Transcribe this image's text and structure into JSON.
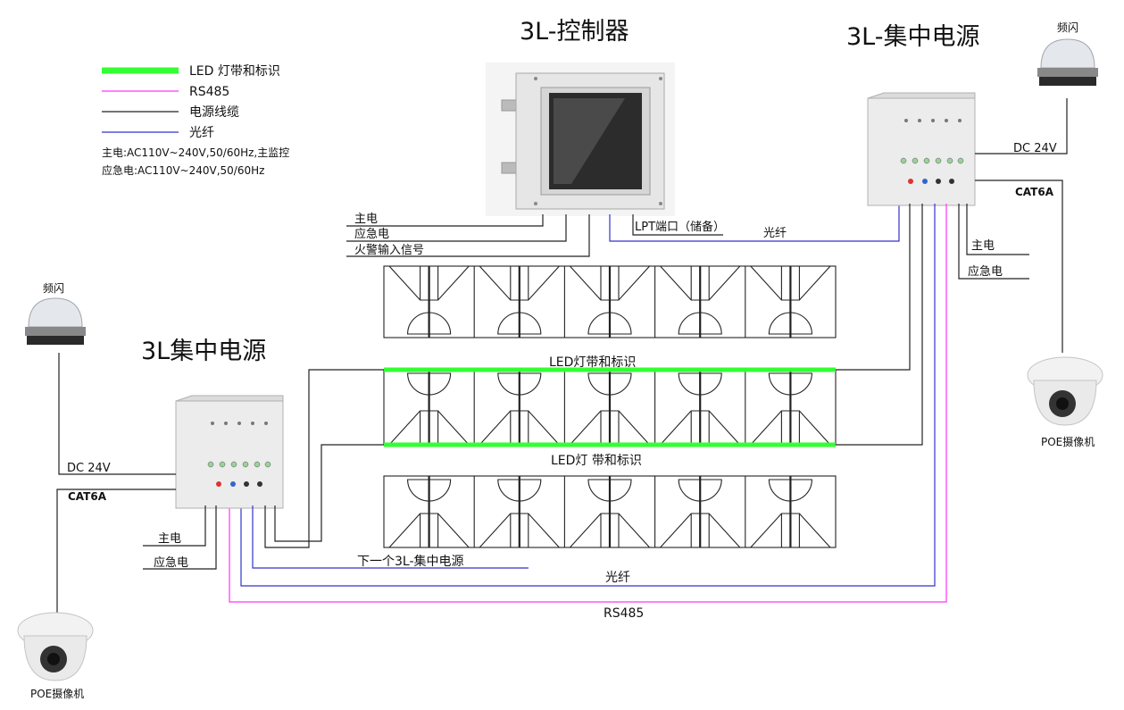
{
  "titles": {
    "controller": "3L-控制器",
    "psu_right": "3L-集中电源",
    "psu_left": "3L集中电源"
  },
  "legend": {
    "items": [
      {
        "label": "LED 灯带和标识",
        "color": "#33ff33"
      },
      {
        "label": "RS485",
        "color": "#ff33ff"
      },
      {
        "label": "电源线缆",
        "color": "#222222"
      },
      {
        "label": "光纤",
        "color": "#3333cc"
      }
    ],
    "note_main": "主电:AC110V~240V,50/60Hz,主监控",
    "note_emergency": "应急电:AC110V~240V,50/60Hz"
  },
  "controller_labels": {
    "main_power": "主电",
    "emergency_power": "应急电",
    "fire_alarm": "火警输入信号",
    "lpt": "LPT端口（储备）",
    "fiber": "光纤"
  },
  "right_psu_labels": {
    "dc24v": "DC 24V",
    "cat6a": "CAT6A",
    "main_power": "主电",
    "emergency_power": "应急电"
  },
  "left_psu_labels": {
    "dc24v": "DC 24V",
    "cat6a": "CAT6A",
    "main_power": "主电",
    "emergency_power": "应急电",
    "next_psu": "下一个3L-集中电源"
  },
  "strip_labels": {
    "upper": "LED灯带和标识",
    "lower": "LED灯 带和标识"
  },
  "bottom_labels": {
    "fiber": "光纤",
    "rs485": "RS485"
  },
  "devices": {
    "strobe": "频闪",
    "camera": "POE摄像机"
  },
  "colors": {
    "led": "#33ff33",
    "rs485": "#ff33ff",
    "power": "#222222",
    "fiber": "#3333cc"
  }
}
